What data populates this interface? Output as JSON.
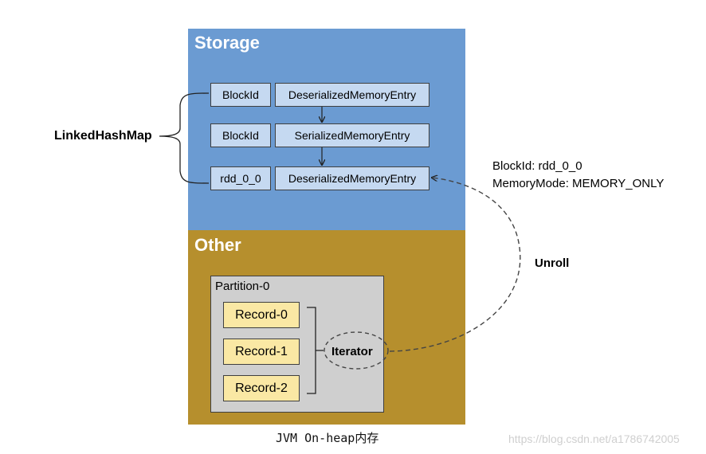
{
  "storage": {
    "title": "Storage",
    "rows": [
      {
        "key": "BlockId",
        "entry": "DeserializedMemoryEntry"
      },
      {
        "key": "BlockId",
        "entry": "SerializedMemoryEntry"
      },
      {
        "key": "rdd_0_0",
        "entry": "DeserializedMemoryEntry"
      }
    ]
  },
  "linked_hash_map_label": "LinkedHashMap",
  "other": {
    "title": "Other",
    "partition_label": "Partition-0",
    "records": [
      "Record-0",
      "Record-1",
      "Record-2"
    ],
    "iterator_label": "Iterator"
  },
  "block_info": {
    "block_id": "BlockId:  rdd_0_0",
    "memory_mode": "MemoryMode:   MEMORY_ONLY"
  },
  "unroll_label": "Unroll",
  "caption": "JVM On-heap内存",
  "watermark": "https://blog.csdn.net/a1786742005",
  "colors": {
    "storage_bg": "#6b9bd2",
    "other_bg": "#b68f2d",
    "cell_bg": "#c5d9f1",
    "record_bg": "#fae8a4",
    "partition_bg": "#cfcfcf"
  }
}
